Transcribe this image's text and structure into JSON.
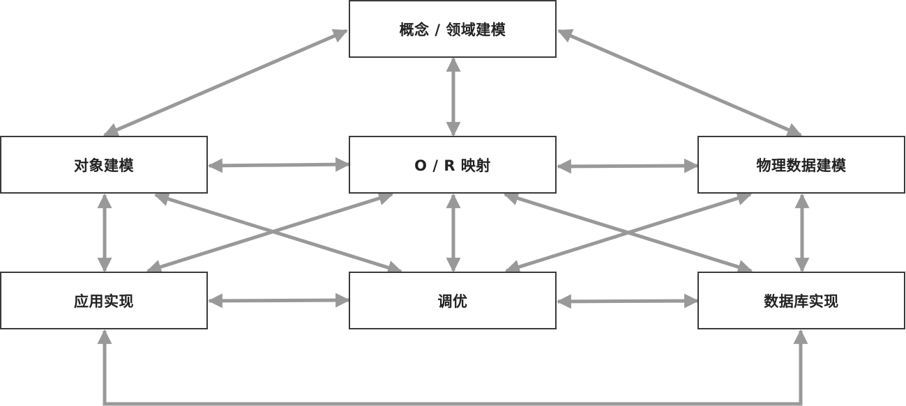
{
  "nodes": {
    "concept": "概念 / 领域建模",
    "object": "对象建模",
    "or_mapping": "O / R 映射",
    "physical": "物理数据建模",
    "app_impl": "应用实现",
    "tuning": "调优",
    "db_impl": "数据库实现"
  },
  "edges": [
    {
      "from": "concept",
      "to": "object"
    },
    {
      "from": "concept",
      "to": "or_mapping"
    },
    {
      "from": "concept",
      "to": "physical"
    },
    {
      "from": "object",
      "to": "or_mapping"
    },
    {
      "from": "or_mapping",
      "to": "physical"
    },
    {
      "from": "object",
      "to": "app_impl"
    },
    {
      "from": "or_mapping",
      "to": "tuning"
    },
    {
      "from": "physical",
      "to": "db_impl"
    },
    {
      "from": "object",
      "to": "tuning"
    },
    {
      "from": "or_mapping",
      "to": "app_impl"
    },
    {
      "from": "or_mapping",
      "to": "db_impl"
    },
    {
      "from": "physical",
      "to": "tuning"
    },
    {
      "from": "app_impl",
      "to": "tuning"
    },
    {
      "from": "tuning",
      "to": "db_impl"
    },
    {
      "from": "app_impl",
      "to": "db_impl"
    }
  ],
  "colors": {
    "arrow": "#999999",
    "border": "#3a3a3a",
    "text": "#222222"
  }
}
